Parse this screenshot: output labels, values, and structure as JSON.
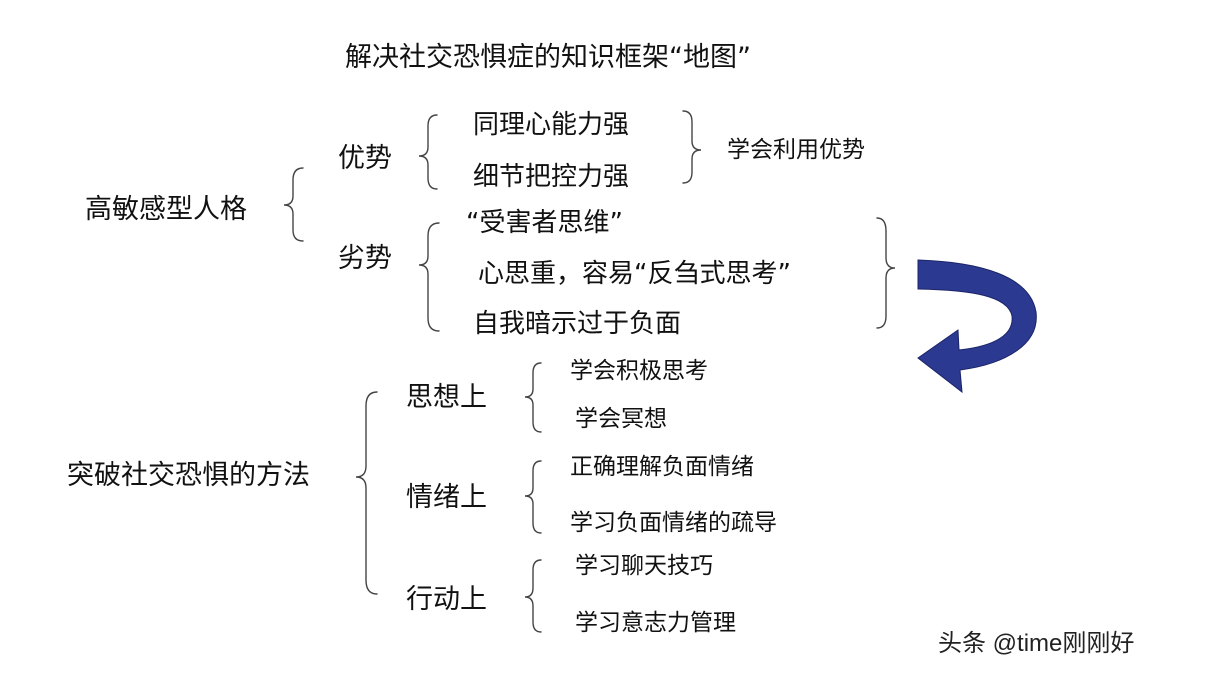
{
  "title": "解决社交恐惧症的知识框架“地图”",
  "personality": {
    "label": "高敏感型人格",
    "strengths": {
      "label": "优势",
      "items": [
        "同理心能力强",
        "细节把控力强"
      ],
      "summary": "学会利用优势"
    },
    "weaknesses": {
      "label": "劣势",
      "items": [
        "“受害者思维”",
        "心思重，容易“反刍式思考”",
        "自我暗示过于负面"
      ]
    }
  },
  "methods": {
    "label": "突破社交恐惧的方法",
    "thought": {
      "label": "思想上",
      "items": [
        "学会积极思考",
        "学会冥想"
      ]
    },
    "emotion": {
      "label": "情绪上",
      "items": [
        "正确理解负面情绪",
        "学习负面情绪的疏导"
      ]
    },
    "action": {
      "label": "行动上",
      "items": [
        "学习聊天技巧",
        "学习意志力管理"
      ]
    }
  },
  "watermark": "头条 @time刚刚好",
  "colors": {
    "arrow": "#2B3990",
    "arrow_dark": "#1B2468",
    "brace": "#444444"
  }
}
